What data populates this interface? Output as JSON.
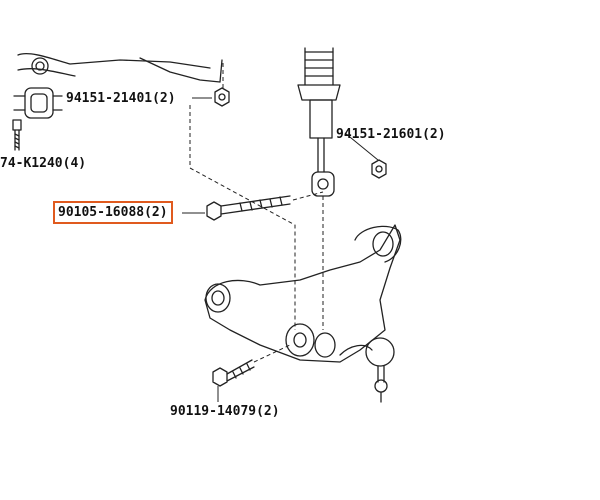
{
  "diagram": {
    "line_color": "#222222",
    "highlight_color": "#e05a1e",
    "parts": [
      {
        "id": "p1",
        "number": "94151-21401",
        "qty": "(2)",
        "highlighted": false
      },
      {
        "id": "p2",
        "number": "94151-21601",
        "qty": "(2)",
        "highlighted": false
      },
      {
        "id": "p3",
        "number": "74-K1240",
        "qty": "(4)",
        "highlighted": false
      },
      {
        "id": "p4",
        "number": "90105-16088",
        "qty": "(2)",
        "highlighted": true
      },
      {
        "id": "p5",
        "number": "90119-14079",
        "qty": "(2)",
        "highlighted": false
      }
    ]
  }
}
